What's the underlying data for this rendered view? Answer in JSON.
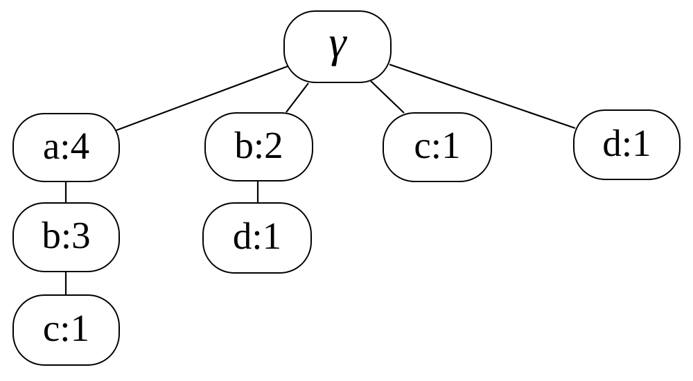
{
  "diagram": {
    "type": "tree",
    "node_fill": "#ffffff",
    "node_border_color": "#000000",
    "edge_color": "#000000"
  },
  "nodes": [
    {
      "id": "root",
      "label": "γ"
    },
    {
      "id": "a4",
      "label": "a:4"
    },
    {
      "id": "b2",
      "label": "b:2"
    },
    {
      "id": "c1-top",
      "label": "c:1"
    },
    {
      "id": "d1-top",
      "label": "d:1"
    },
    {
      "id": "b3",
      "label": "b:3"
    },
    {
      "id": "d1-mid",
      "label": "d:1"
    },
    {
      "id": "c1-bottom",
      "label": "c:1"
    }
  ],
  "edges": [
    {
      "from": "root",
      "to": "a4"
    },
    {
      "from": "root",
      "to": "b2"
    },
    {
      "from": "root",
      "to": "c1-top"
    },
    {
      "from": "root",
      "to": "d1-top"
    },
    {
      "from": "a4",
      "to": "b3"
    },
    {
      "from": "b3",
      "to": "c1-bottom"
    },
    {
      "from": "b2",
      "to": "d1-mid"
    }
  ]
}
